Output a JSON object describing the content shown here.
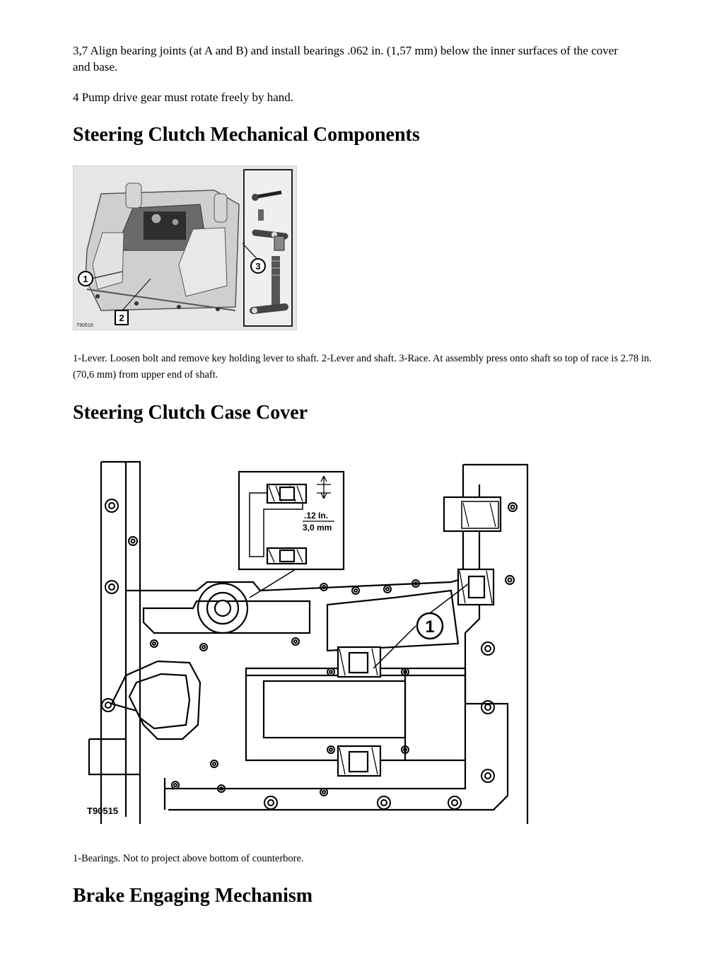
{
  "doc": {
    "para1": "3,7 Align bearing joints (at A and B) and install bearings .062 in. (1,57 mm) below the inner surfaces of the cover and base.",
    "para2": "4 Pump drive gear must rotate freely by hand.",
    "section1_heading": "Steering Clutch Mechanical Components",
    "figure1": {
      "callouts": [
        "1",
        "2",
        "3"
      ],
      "image_code": "T90516",
      "caption": "1-Lever. Loosen bolt and remove key holding lever to shaft. 2-Lever and shaft. 3-Race. At assembly press onto shaft so top of race is 2.78 in. (70,6 mm) from upper end of shaft."
    },
    "section2_heading": "Steering Clutch Case Cover",
    "figure2": {
      "callout": "1",
      "dim_top": ".12 In.",
      "dim_bottom": "3,0 mm",
      "image_code": "T90515",
      "caption": "1-Bearings. Not to project above bottom of counterbore."
    },
    "section3_heading": "Brake Engaging Mechanism"
  }
}
